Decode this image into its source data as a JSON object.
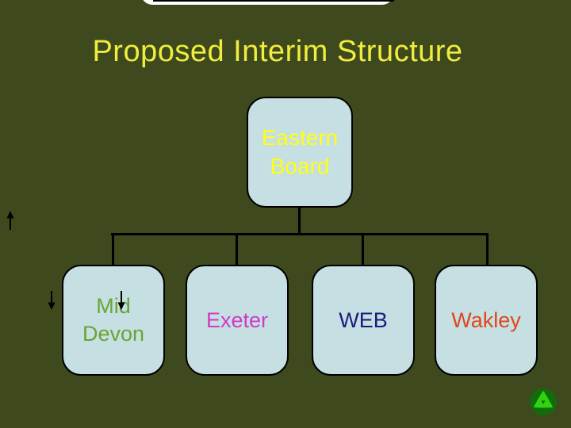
{
  "title": "Proposed Interim Structure",
  "org_chart": {
    "root": {
      "label": "Eastern Board",
      "text_color": "#ffff12"
    },
    "children": [
      {
        "label": "Mid Devon",
        "text_color": "#69a435"
      },
      {
        "label": "Exeter",
        "text_color": "#cf3bc4"
      },
      {
        "label": "WEB",
        "text_color": "#1b1b7d"
      },
      {
        "label": "Wakley",
        "text_color": "#e0461d"
      }
    ]
  },
  "colors": {
    "background": "#3e4a1e",
    "title": "#f0ed3d",
    "node_fill": "#c6dfe2",
    "node_border": "#000000",
    "connector": "#000000",
    "banner_fill": "#ffffff",
    "banner_line": "#000000",
    "logo_circle": "#136b0b",
    "logo_circle_rim": "#0a4206",
    "logo_triangles": "#2ed411"
  },
  "icons": {
    "arrows": [
      {
        "name": "up-arrow-icon",
        "direction": "up"
      },
      {
        "name": "down-arrow-icon",
        "direction": "down"
      },
      {
        "name": "down-arrow-icon",
        "direction": "down"
      }
    ],
    "logo": "trefoil-logo-icon"
  }
}
